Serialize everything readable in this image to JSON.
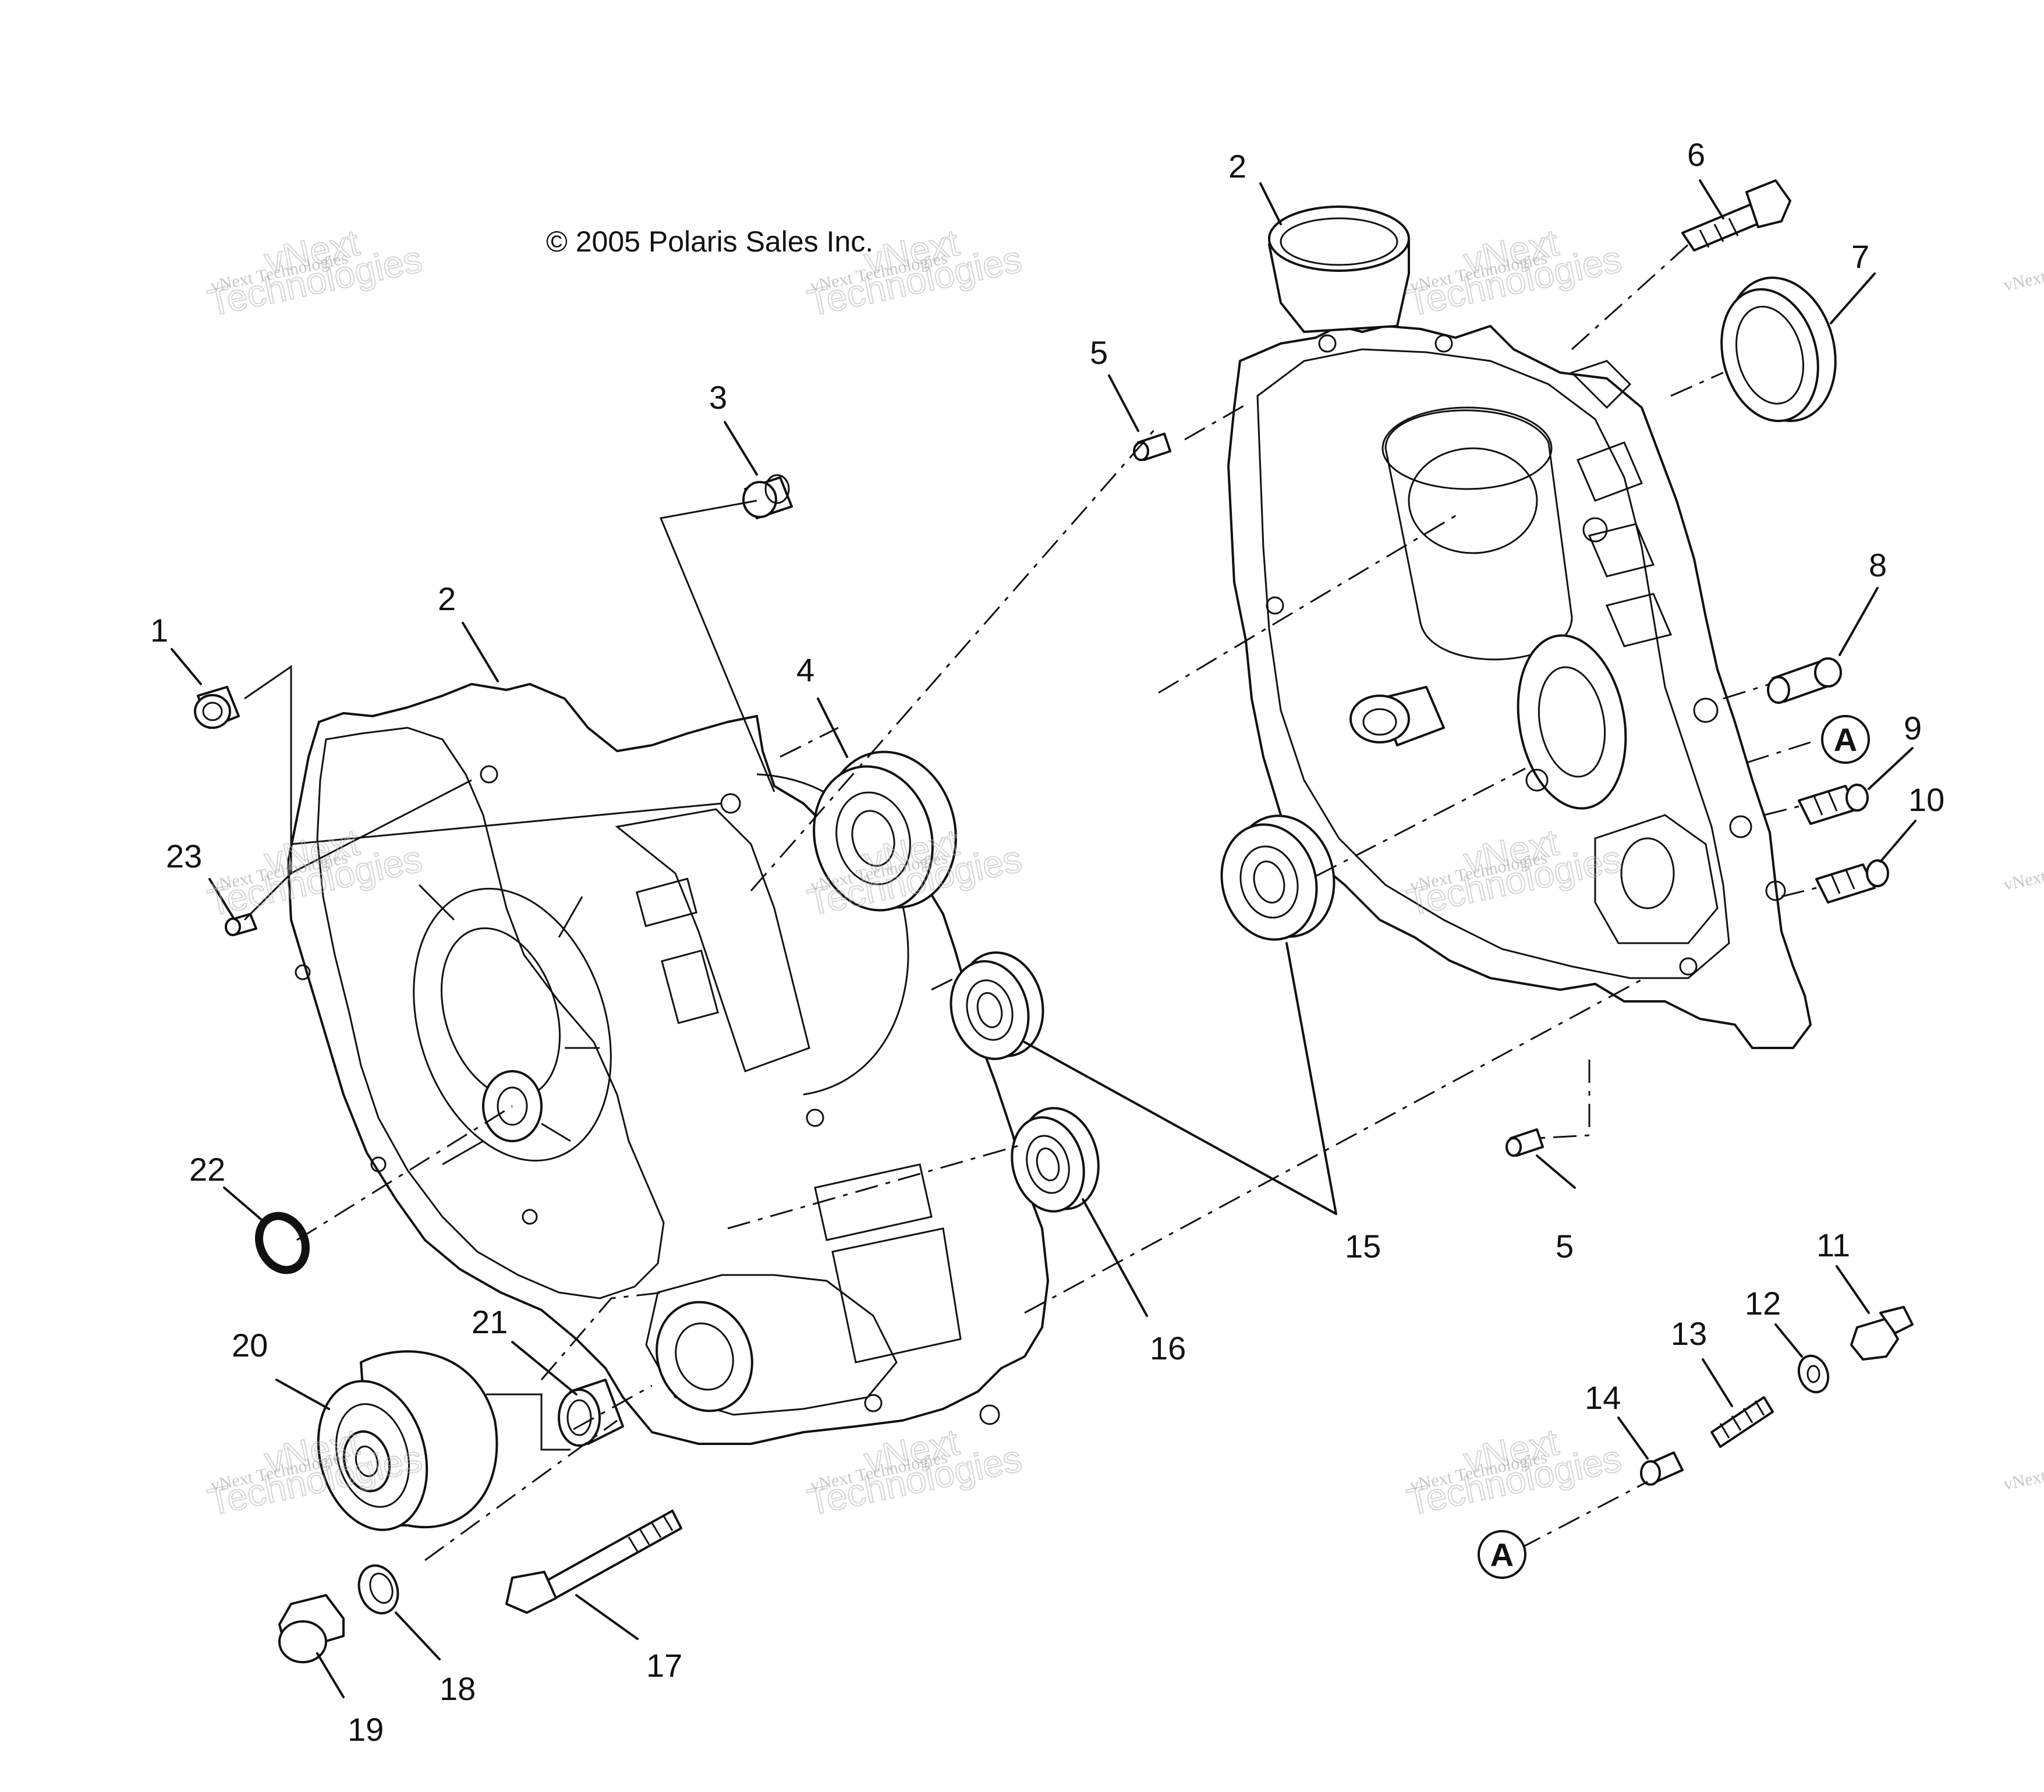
{
  "copyright": "© 2005 Polaris Sales Inc.",
  "watermark": {
    "line1": "vNext Technologies",
    "line2": "vNext",
    "line3": "Technologies"
  },
  "callouts": [
    {
      "label": "1"
    },
    {
      "label": "2"
    },
    {
      "label": "3"
    },
    {
      "label": "4"
    },
    {
      "label": "23"
    },
    {
      "label": "22"
    },
    {
      "label": "20"
    },
    {
      "label": "21"
    },
    {
      "label": "19"
    },
    {
      "label": "18"
    },
    {
      "label": "17"
    },
    {
      "label": "16"
    },
    {
      "label": "15"
    },
    {
      "label": "2"
    },
    {
      "label": "6"
    },
    {
      "label": "7"
    },
    {
      "label": "5"
    },
    {
      "label": "8"
    },
    {
      "label": "9"
    },
    {
      "label": "10"
    },
    {
      "label": "5"
    },
    {
      "label": "11"
    },
    {
      "label": "12"
    },
    {
      "label": "13"
    },
    {
      "label": "14"
    }
  ],
  "reference_markers": [
    {
      "label": "A"
    },
    {
      "label": "A"
    }
  ]
}
